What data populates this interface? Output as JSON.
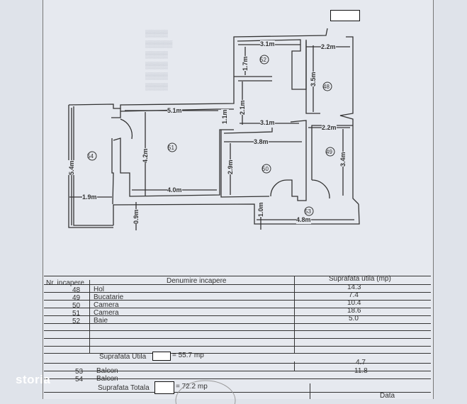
{
  "plan": {
    "rooms": [
      {
        "nr": "48"
      },
      {
        "nr": "49"
      },
      {
        "nr": "50"
      },
      {
        "nr": "51"
      },
      {
        "nr": "52"
      },
      {
        "nr": "53"
      },
      {
        "nr": "54"
      }
    ],
    "dimensions": {
      "d52_width": "3.1m",
      "d52_height": "1.7m",
      "d48_width": "2.2m",
      "d48_height": "3.5m",
      "d51_width": "5.1m",
      "d51_height": "4.2m",
      "d51_bottom": "4.0m",
      "d_1_1": "1.1m",
      "d_2_1": "2.1m",
      "d_3_1": "3.1m",
      "d49_width": "2.2m",
      "d49_height": "3.4m",
      "d50_width": "3.8m",
      "d50_height": "2.9m",
      "d54_height": "5.4m",
      "d54_width": "1.9m",
      "d_0_9": "0.9m",
      "d_1_0": "1.0m",
      "d53_width": "4.8m"
    }
  },
  "table": {
    "headers": {
      "nr": "Nr. incapere",
      "name": "Denumire incapere",
      "area": "Suprafata utila (mp)"
    },
    "rows": [
      {
        "nr": "48",
        "name": "Hol",
        "area": "14.3"
      },
      {
        "nr": "49",
        "name": "Bucatarie",
        "area": "7.4"
      },
      {
        "nr": "50",
        "name": "Camera",
        "area": "10.4"
      },
      {
        "nr": "51",
        "name": "Camera",
        "area": "18.6"
      },
      {
        "nr": "52",
        "name": "Baie",
        "area": "5.0"
      }
    ],
    "useful_label": "Suprafata Utila",
    "useful_value": "= 55.7 mp",
    "balconies": [
      {
        "nr": "53",
        "name": "Balcon",
        "area": "4.7"
      },
      {
        "nr": "54",
        "name": "Balcon",
        "area": "11.8"
      }
    ],
    "total_label": "Suprafata Totala",
    "total_value": "= 72.2 mp",
    "date_label": "Data"
  },
  "watermark": "storia"
}
